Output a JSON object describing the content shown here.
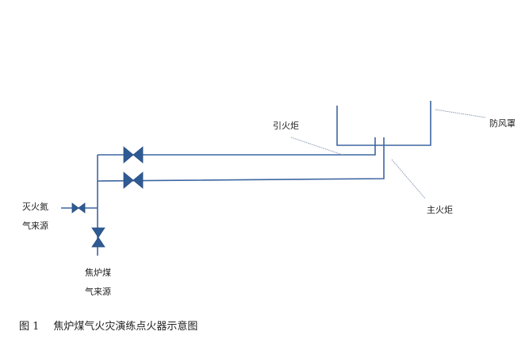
{
  "colors": {
    "pipe": "#3d66a0",
    "valve": "#2f5b94",
    "leader": "#8a9bb5"
  },
  "labels": {
    "pilot_torch": "引火炬",
    "windshield": "防风罩",
    "main_torch": "主火炬",
    "nitrogen_line1": "灭火氮",
    "nitrogen_line2": "气来源",
    "coke_gas_line1": "焦炉煤",
    "coke_gas_line2": "气来源"
  },
  "caption": {
    "number": "图 1",
    "title": "焦炉煤气火灾演练点火器示意图"
  }
}
